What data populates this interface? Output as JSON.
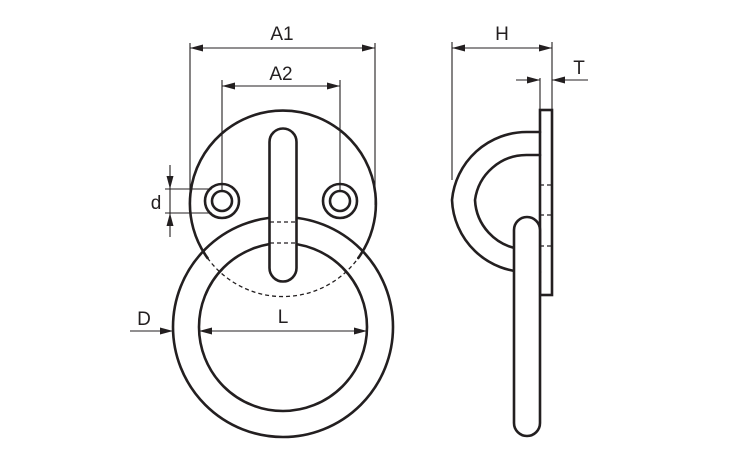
{
  "drawing": {
    "front_view": {
      "labels": {
        "plate_diameter": "A1",
        "hole_pitch": "A2",
        "hole_diameter": "d",
        "wire_diameter": "D",
        "ring_inner_diameter": "L"
      }
    },
    "side_view": {
      "labels": {
        "height": "H",
        "plate_thickness": "T"
      }
    }
  }
}
